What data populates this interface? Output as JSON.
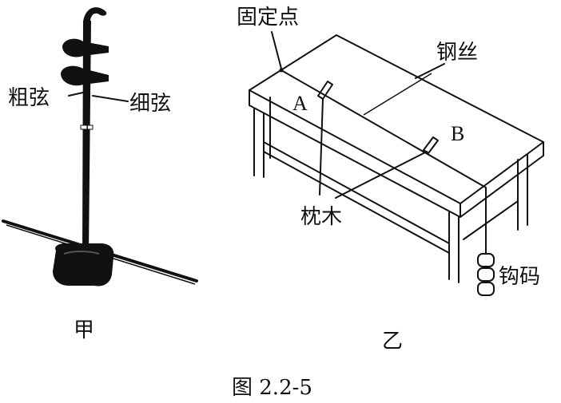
{
  "erhu": {
    "thick_string_label": "粗弦",
    "thin_string_label": "细弦",
    "caption": "甲"
  },
  "sonometer": {
    "fixed_point_label": "固定点",
    "steel_wire_label": "钢丝",
    "point_a_label": "A",
    "point_b_label": "B",
    "bridge_label": "枕木",
    "weights_label": "钩码",
    "caption": "乙"
  },
  "figure_caption": "图 2.2-5"
}
